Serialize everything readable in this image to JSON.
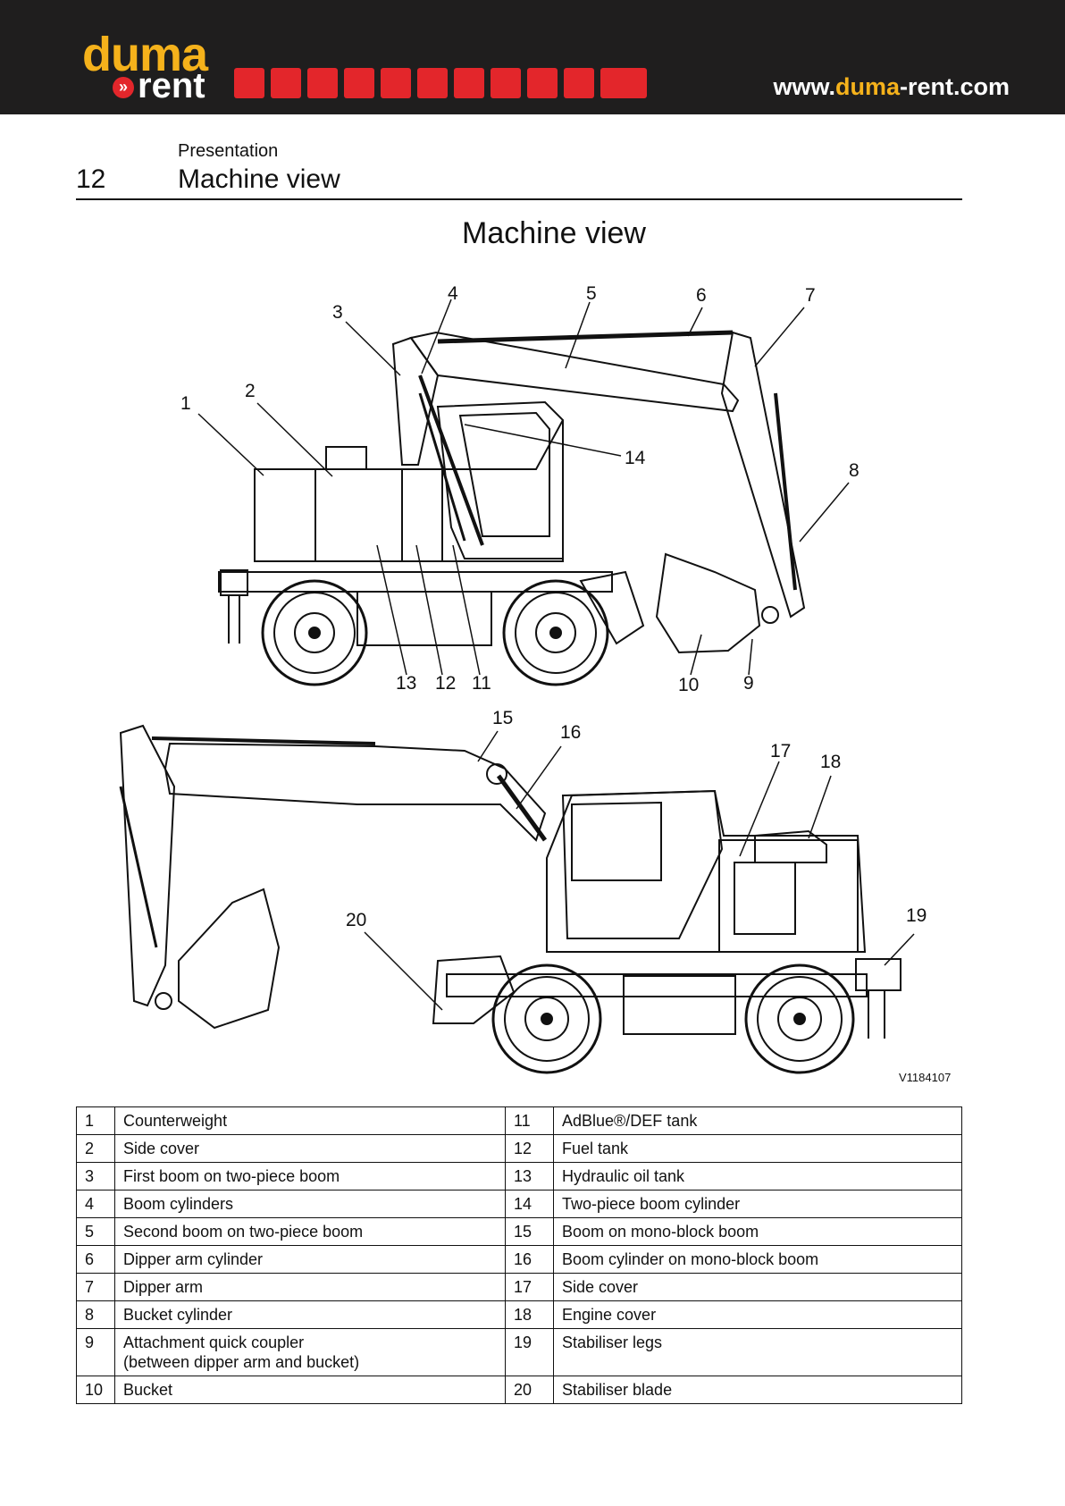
{
  "header": {
    "logo_top": "duma",
    "logo_bottom": "rent",
    "logo_arrow": "»",
    "url_prefix": "www.",
    "url_accent": "duma",
    "url_suffix": "-rent.com",
    "equipment_icons": [
      "skid-steer-icon",
      "forklift-icon",
      "scissor-lift-icon",
      "mini-dumper-icon",
      "loader-icon",
      "mini-excavator-icon",
      "telehandler-icon",
      "excavator-icon",
      "crawler-crane-icon",
      "boom-lift-icon",
      "road-roller-icon"
    ],
    "brand_colors": {
      "yellow": "#f5b21b",
      "red": "#e3262b",
      "dark": "#1f1e1e"
    }
  },
  "page": {
    "section": "Presentation",
    "number": "12",
    "heading": "Machine view",
    "title": "Machine view",
    "figure_id": "V1184107"
  },
  "callouts": [
    "1",
    "2",
    "3",
    "4",
    "5",
    "6",
    "7",
    "8",
    "9",
    "10",
    "11",
    "12",
    "13",
    "14",
    "15",
    "16",
    "17",
    "18",
    "19",
    "20"
  ],
  "legend": [
    {
      "ln": "1",
      "ld": "Counterweight",
      "rn": "11",
      "rd": "AdBlue®/DEF tank"
    },
    {
      "ln": "2",
      "ld": "Side cover",
      "rn": "12",
      "rd": "Fuel tank"
    },
    {
      "ln": "3",
      "ld": "First boom on two-piece boom",
      "rn": "13",
      "rd": "Hydraulic oil tank"
    },
    {
      "ln": "4",
      "ld": "Boom cylinders",
      "rn": "14",
      "rd": "Two-piece boom cylinder"
    },
    {
      "ln": "5",
      "ld": "Second boom on two-piece boom",
      "rn": "15",
      "rd": "Boom on mono-block boom"
    },
    {
      "ln": "6",
      "ld": "Dipper arm cylinder",
      "rn": "16",
      "rd": "Boom cylinder on mono-block boom"
    },
    {
      "ln": "7",
      "ld": "Dipper arm",
      "rn": "17",
      "rd": "Side cover"
    },
    {
      "ln": "8",
      "ld": "Bucket cylinder",
      "rn": "18",
      "rd": "Engine cover"
    },
    {
      "ln": "9",
      "ld": "Attachment quick coupler",
      "ld2": "(between dipper arm and bucket)",
      "rn": "19",
      "rd": "Stabiliser legs"
    },
    {
      "ln": "10",
      "ld": "Bucket",
      "rn": "20",
      "rd": "Stabiliser blade"
    }
  ]
}
